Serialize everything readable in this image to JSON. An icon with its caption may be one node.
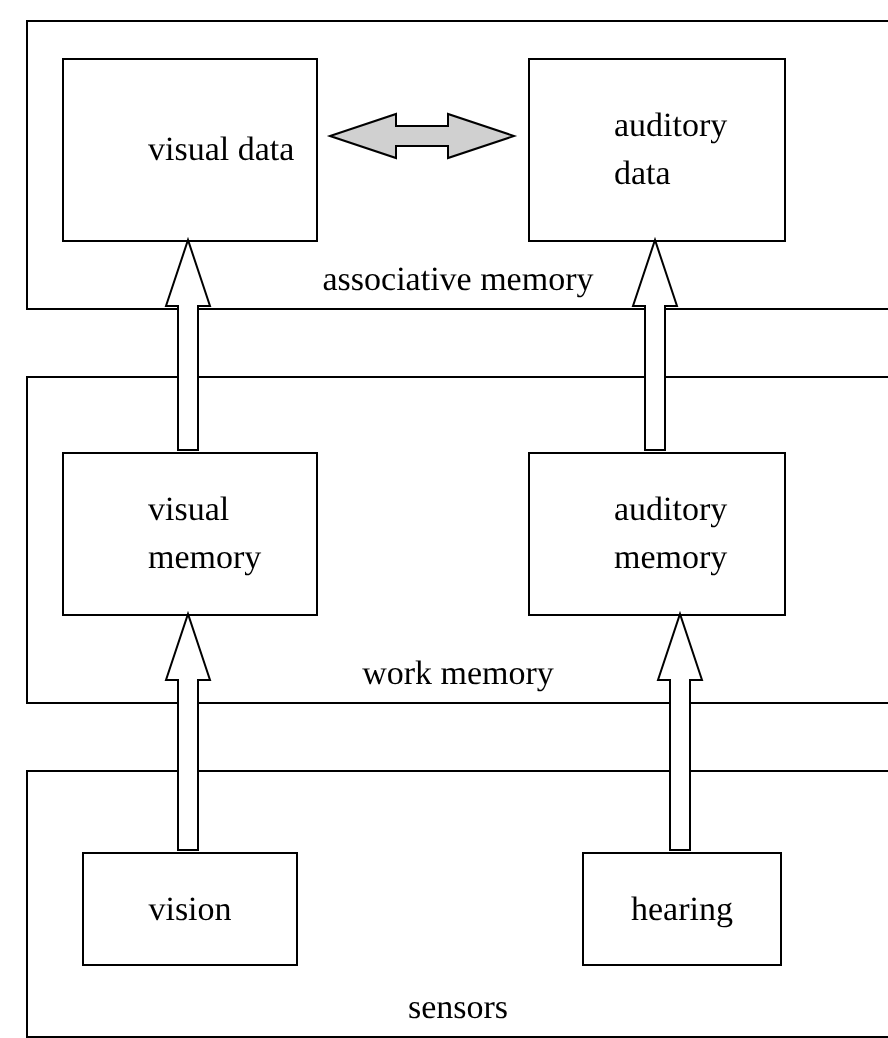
{
  "diagram": {
    "nodes": [
      {
        "text": [
          "associative memory"
        ]
      },
      {
        "text": [
          "visual data"
        ],
        "in": 0
      },
      {
        "text": [
          "auditory data"
        ],
        "in": 0
      },
      {
        "text": [
          "work memory"
        ]
      },
      {
        "text": [
          "visual memory"
        ],
        "in": 3
      },
      {
        "text": [
          "auditory memory"
        ],
        "in": 3
      },
      {
        "text": [
          "sensors"
        ]
      },
      {
        "text": [
          "vision"
        ],
        "in": 6
      },
      {
        "text": [
          "hearing"
        ],
        "in": 6
      }
    ],
    "edges": [
      {
        "from": 1,
        "to": 2,
        "arrow": "both",
        "style": "thick",
        "color": "#d0d0d0"
      },
      {
        "from": 4,
        "to": 1,
        "arrow": "to",
        "style": "thick"
      },
      {
        "from": 5,
        "to": 2,
        "arrow": "to",
        "style": "thick"
      },
      {
        "from": 7,
        "to": 4,
        "arrow": "to",
        "style": "thick"
      },
      {
        "from": 8,
        "to": 5,
        "arrow": "to",
        "style": "thick"
      }
    ]
  }
}
